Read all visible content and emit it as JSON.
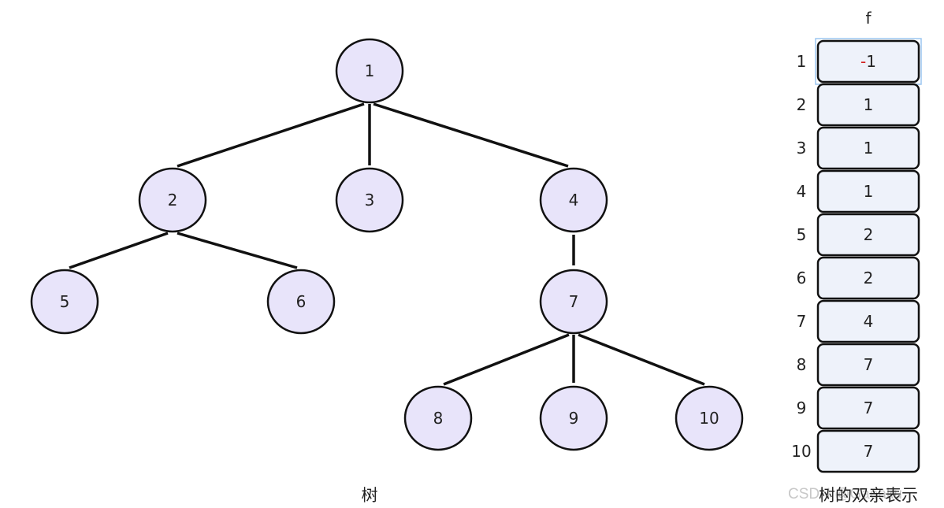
{
  "tree": {
    "caption": "树",
    "nodes": [
      {
        "id": "1",
        "label": "1"
      },
      {
        "id": "2",
        "label": "2"
      },
      {
        "id": "3",
        "label": "3"
      },
      {
        "id": "4",
        "label": "4"
      },
      {
        "id": "5",
        "label": "5"
      },
      {
        "id": "6",
        "label": "6"
      },
      {
        "id": "7",
        "label": "7"
      },
      {
        "id": "8",
        "label": "8"
      },
      {
        "id": "9",
        "label": "9"
      },
      {
        "id": "10",
        "label": "10"
      }
    ],
    "edges": [
      {
        "from": "1",
        "to": "2"
      },
      {
        "from": "1",
        "to": "3"
      },
      {
        "from": "1",
        "to": "4"
      },
      {
        "from": "2",
        "to": "5"
      },
      {
        "from": "2",
        "to": "6"
      },
      {
        "from": "4",
        "to": "7"
      },
      {
        "from": "7",
        "to": "8"
      },
      {
        "from": "7",
        "to": "9"
      },
      {
        "from": "7",
        "to": "10"
      }
    ]
  },
  "parent_array": {
    "header": "f",
    "caption": "树的双亲表示",
    "rows": [
      {
        "index": "1",
        "value": "-1"
      },
      {
        "index": "2",
        "value": "1"
      },
      {
        "index": "3",
        "value": "1"
      },
      {
        "index": "4",
        "value": "1"
      },
      {
        "index": "5",
        "value": "2"
      },
      {
        "index": "6",
        "value": "2"
      },
      {
        "index": "7",
        "value": "4"
      },
      {
        "index": "8",
        "value": "7"
      },
      {
        "index": "9",
        "value": "7"
      },
      {
        "index": "10",
        "value": "7"
      }
    ],
    "minus_color": "#d42020"
  },
  "watermark": "CSDN @Gaeaku",
  "colors": {
    "node_fill": "#e8e4fa",
    "cell_fill": "#eef2fa",
    "stroke": "#111111"
  }
}
